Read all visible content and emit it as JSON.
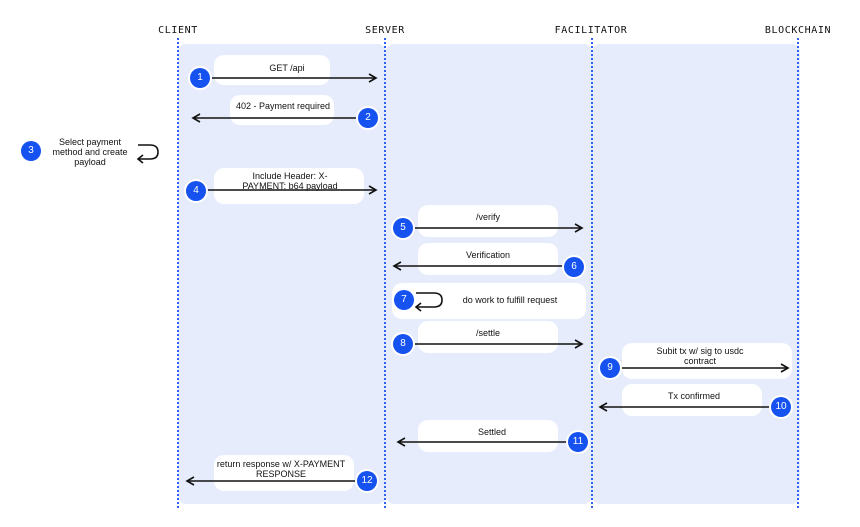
{
  "lanes": [
    {
      "id": "client",
      "label": "CLIENT"
    },
    {
      "id": "server",
      "label": "SERVER"
    },
    {
      "id": "facilitator",
      "label": "FACILITATOR"
    },
    {
      "id": "blockchain",
      "label": "BLOCKCHAIN"
    }
  ],
  "steps": [
    {
      "num": "1",
      "label": "GET /api",
      "from": "client",
      "to": "server"
    },
    {
      "num": "2",
      "label": "402 - Payment required",
      "from": "server",
      "to": "client"
    },
    {
      "num": "3",
      "label": "Select payment method and create payload",
      "from": "client",
      "to": "client"
    },
    {
      "num": "4",
      "label": "Include Header: X-PAYMENT: b64 payload",
      "from": "client",
      "to": "server"
    },
    {
      "num": "5",
      "label": "/verify",
      "from": "server",
      "to": "facilitator"
    },
    {
      "num": "6",
      "label": "Verification",
      "from": "facilitator",
      "to": "server"
    },
    {
      "num": "7",
      "label": "do work to fulfill request",
      "from": "server",
      "to": "server"
    },
    {
      "num": "8",
      "label": "/settle",
      "from": "server",
      "to": "facilitator"
    },
    {
      "num": "9",
      "label": "Subit tx w/ sig to usdc contract",
      "from": "facilitator",
      "to": "blockchain"
    },
    {
      "num": "10",
      "label": "Tx confirmed",
      "from": "blockchain",
      "to": "facilitator"
    },
    {
      "num": "11",
      "label": "Settled",
      "from": "facilitator",
      "to": "server"
    },
    {
      "num": "12",
      "label": "return response w/ X-PAYMENT RESPONSE",
      "from": "server",
      "to": "client"
    }
  ],
  "colors": {
    "accent": "#1652f0",
    "lane": "#e6ecfb",
    "arrow": "#111111"
  }
}
